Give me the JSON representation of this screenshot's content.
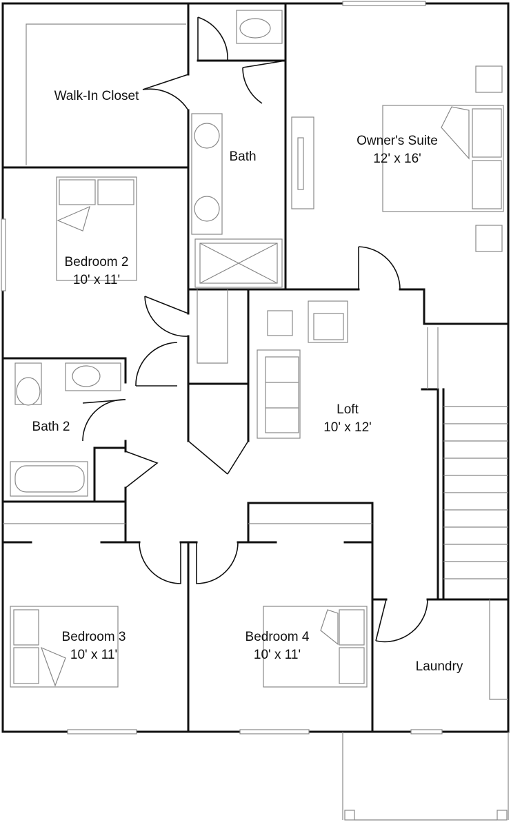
{
  "rooms": {
    "walk_in_closet": {
      "name": "Walk-In Closet"
    },
    "bath": {
      "name": "Bath"
    },
    "owners_suite": {
      "name": "Owner's Suite",
      "size": "12' x 16'"
    },
    "bedroom_2": {
      "name": "Bedroom 2",
      "size": "10' x 11'"
    },
    "bath_2": {
      "name": "Bath 2"
    },
    "loft": {
      "name": "Loft",
      "size": "10' x 12'"
    },
    "bedroom_3": {
      "name": "Bedroom 3",
      "size": "10' x 11'"
    },
    "bedroom_4": {
      "name": "Bedroom 4",
      "size": "10' x 11'"
    },
    "laundry": {
      "name": "Laundry"
    }
  },
  "colors": {
    "wall": "#111111",
    "fixture": "#888888",
    "background": "#ffffff"
  }
}
